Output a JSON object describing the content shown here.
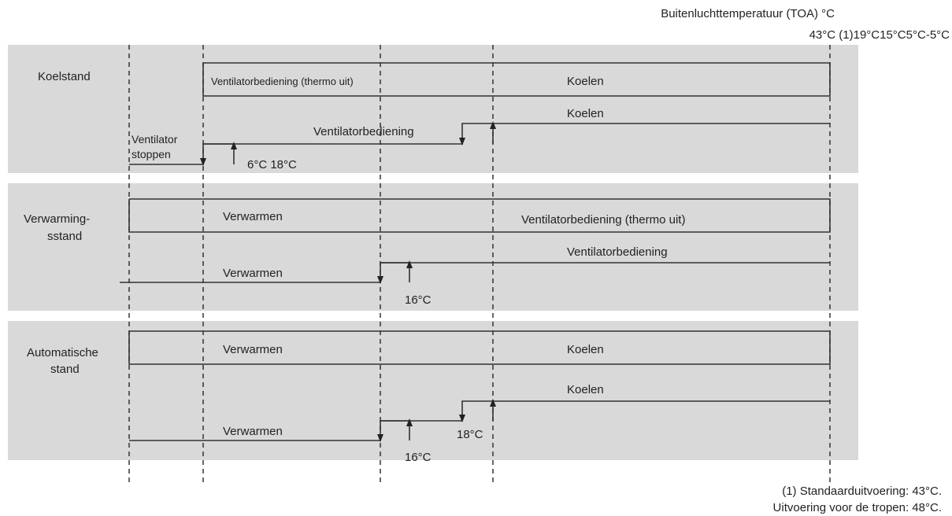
{
  "header": {
    "axis_title": "Buitenluchttemperatuur (TOA) °C",
    "temps": [
      "43°C (1)",
      "19°C",
      "15°C",
      "5°C",
      "-5°C"
    ]
  },
  "modes": {
    "cool": {
      "label": [
        "Koelstand"
      ],
      "box_left": "Ventilatorbediening (thermo uit)",
      "box_right": "Koelen",
      "stop_label": [
        "Ventilator",
        "stoppen"
      ],
      "mid_label": "Ventilatorbediening",
      "right_label": "Koelen",
      "thresholds": "6°C 18°C"
    },
    "heat": {
      "label": [
        "Verwarming-",
        "sstand"
      ],
      "box_left": "Verwarmen",
      "box_right": "Ventilatorbediening (thermo uit)",
      "left_label": "Verwarmen",
      "right_label": "Ventilatorbediening",
      "threshold": "16°C"
    },
    "auto": {
      "label": [
        "Automatische",
        "stand"
      ],
      "box_left": "Verwarmen",
      "box_right": "Koelen",
      "left_label": "Verwarmen",
      "right_label": "Koelen",
      "threshold_low": "16°C",
      "threshold_high": "18°C"
    }
  },
  "footnote": [
    "(1) Standaarduitvoering: 43°C.",
    "Uitvoering voor de tropen: 48°C."
  ]
}
